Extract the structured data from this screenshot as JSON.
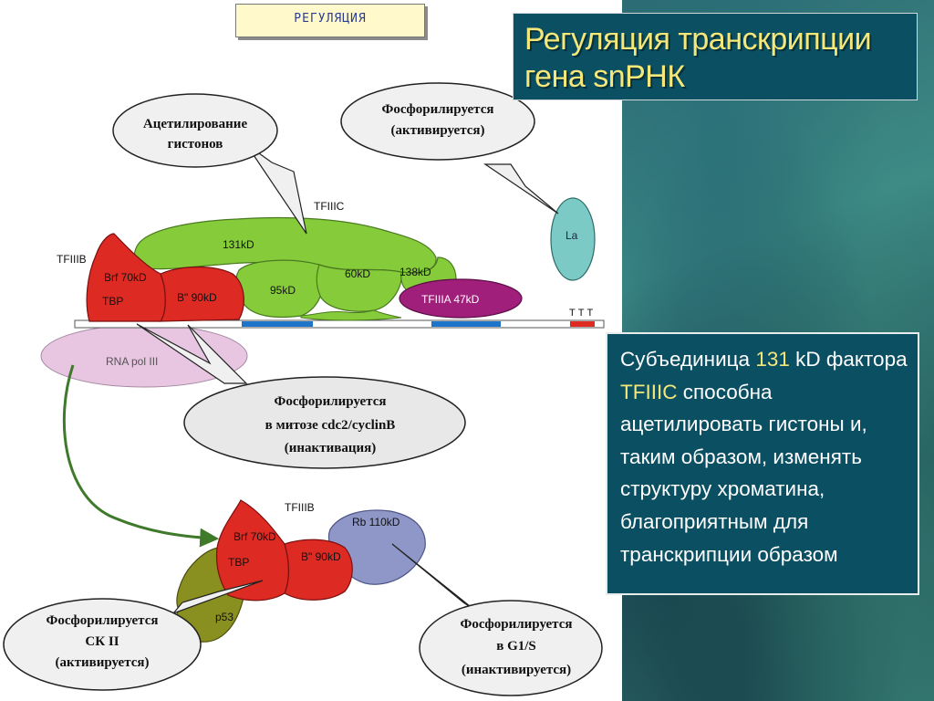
{
  "slide": {
    "title": "Регуляция транскрипции гена snРНК",
    "header_label": "РЕГУЛЯЦИЯ",
    "description": {
      "part1": "Субъединица ",
      "highlight1": "131",
      "part2": " kD фактора ",
      "highlight2": "TFIIIC",
      "part3": " способна ацетилировать гистоны и, таким образом, изменять структуру хроматина, благоприятным для транскрипции образом"
    }
  },
  "diagram": {
    "callouts": {
      "acetylation": [
        "Ацетилирование",
        "гистонов"
      ],
      "la_phosphorylation": [
        "Фосфорилируется",
        "(активируется)"
      ],
      "mitosis": [
        "Фосфорилируется",
        "в митозе cdc2/cyclinB",
        "(инактивация)"
      ],
      "ck2": [
        "Фосфорилируется",
        "СК II",
        "(активируется)"
      ],
      "g1s": [
        "Фосфорилируется",
        "в G1/S",
        "(инактивируется)"
      ]
    },
    "labels": {
      "tfiiic": "TFIIIC",
      "tfiiib_top": "TFIIIB",
      "tfiiib_bottom": "TFIIIB",
      "kd131": "131kD",
      "kd95": "95kD",
      "kd60": "60kD",
      "kd138": "138kD",
      "tfiiia": "TFIIIA 47kD",
      "brf_top": "Brf 70kD",
      "tbp_top": "TBP",
      "bdd_top": "B\" 90kD",
      "rna_pol": "RNA pol III",
      "la": "La",
      "ttt": "TTT",
      "brf_bottom": "Brf 70kD",
      "tbp_bottom": "TBP",
      "bdd_bottom": "B\" 90kD",
      "p53": "p53",
      "rb": "Rb 110kD"
    },
    "colors": {
      "tfiiic": "#86cc3a",
      "tfiiib": "#dd2a22",
      "tfiiia": "#a01f7a",
      "rna_pol": "#e8c6e2",
      "la": "#7ccac6",
      "p53": "#8a9020",
      "rb": "#8f97c8",
      "gene_blue": "#1e74c8",
      "callout_fill": "#e8e8e8",
      "title_bg": "#0b4f63",
      "title_text": "#f4e87a"
    }
  }
}
